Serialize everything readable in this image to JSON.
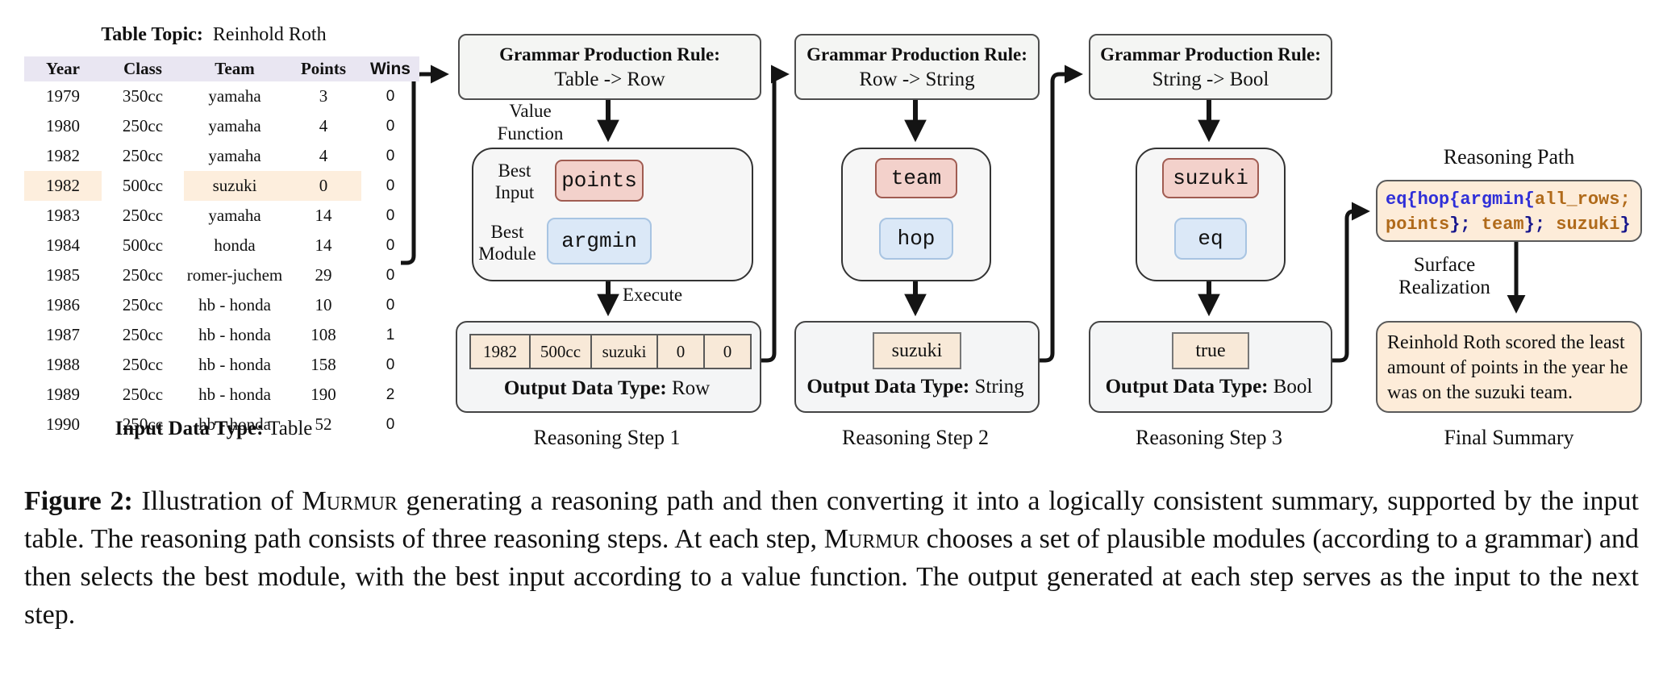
{
  "figure": {
    "table": {
      "topic_label": "Table Topic:",
      "topic": "Reinhold Roth",
      "columns": [
        "Year",
        "Class",
        "Team",
        "Points",
        "Wins"
      ],
      "rows": [
        [
          "1979",
          "350cc",
          "yamaha",
          "3",
          "0"
        ],
        [
          "1980",
          "250cc",
          "yamaha",
          "4",
          "0"
        ],
        [
          "1982",
          "250cc",
          "yamaha",
          "4",
          "0"
        ],
        [
          "1982",
          "500cc",
          "suzuki",
          "0",
          "0"
        ],
        [
          "1983",
          "250cc",
          "yamaha",
          "14",
          "0"
        ],
        [
          "1984",
          "500cc",
          "honda",
          "14",
          "0"
        ],
        [
          "1985",
          "250cc",
          "romer-juchem",
          "29",
          "0"
        ],
        [
          "1986",
          "250cc",
          "hb - honda",
          "10",
          "0"
        ],
        [
          "1987",
          "250cc",
          "hb - honda",
          "108",
          "1"
        ],
        [
          "1988",
          "250cc",
          "hb - honda",
          "158",
          "0"
        ],
        [
          "1989",
          "250cc",
          "hb - honda",
          "190",
          "2"
        ],
        [
          "1990",
          "250cc",
          "hb - honda",
          "52",
          "0"
        ]
      ],
      "highlighted_row_index": 3,
      "highlighted_columns": [
        0,
        2,
        3
      ],
      "footer_label": "Input Data Type:",
      "footer_value": "Table"
    },
    "steps": [
      {
        "label": "Reasoning Step 1",
        "rule_label": "Grammar Production Rule:",
        "rule": "Table -> Row",
        "value_function_label": "Value Function",
        "best_input_label": "Best Input",
        "best_module_label": "Best Module",
        "best_input": "points",
        "best_module": "argmin",
        "execute_label": "Execute",
        "output_cells": [
          "1982",
          "500cc",
          "suzuki",
          "0",
          "0"
        ],
        "output_type_label": "Output Data Type:",
        "output_type": "Row"
      },
      {
        "label": "Reasoning Step 2",
        "rule_label": "Grammar Production Rule:",
        "rule": "Row -> String",
        "best_input": "team",
        "best_module": "hop",
        "output_cells": [
          "suzuki"
        ],
        "output_type_label": "Output Data Type:",
        "output_type": "String"
      },
      {
        "label": "Reasoning Step 3",
        "rule_label": "Grammar Production Rule:",
        "rule": "String -> Bool",
        "best_input": "suzuki",
        "best_module": "eq",
        "output_cells": [
          "true"
        ],
        "output_type_label": "Output Data Type:",
        "output_type": "Bool"
      }
    ],
    "reasoning_path": {
      "title": "Reasoning Path",
      "code_lines": [
        [
          {
            "t": "eq{hop{argmin{",
            "c": "blue"
          },
          {
            "t": "all_rows;",
            "c": "orange"
          }
        ],
        [
          {
            "t": "points",
            "c": "orange"
          },
          {
            "t": "}; ",
            "c": "navy"
          },
          {
            "t": "team",
            "c": "orange"
          },
          {
            "t": "}; ",
            "c": "navy"
          },
          {
            "t": "suzuki",
            "c": "orange"
          },
          {
            "t": "}",
            "c": "navy"
          }
        ]
      ],
      "surface_label": "Surface Realization",
      "summary": "Reinhold Roth scored the least amount of points in the year he was on the suzuki team.",
      "summary_caption": "Final Summary"
    },
    "caption_segments": [
      {
        "t": "Figure 2:",
        "s": "bold"
      },
      {
        "t": " Illustration of ",
        "s": "n"
      },
      {
        "t": "Murmur",
        "s": "sc"
      },
      {
        "t": " generating a reasoning path and then converting it into a logically consistent summary, supported by the input table. The reasoning path consists of three reasoning steps. At each step, ",
        "s": "n"
      },
      {
        "t": "Murmur",
        "s": "sc"
      },
      {
        "t": " chooses a set of plausible modules (according to a grammar) and then selects the best module, with the best input according to a value function. The output generated at each step serves as the input to the next step.",
        "s": "n"
      }
    ],
    "colors": {
      "chip_pink_bg": "#f3d1cb",
      "chip_blue_bg": "#dbe8f7",
      "peach_box_bg": "#fdecd9",
      "table_header_bg": "#e9e6f2",
      "highlight_bg": "#fdeedd",
      "code_blue": "#2f2fd8",
      "code_orange": "#b06a1a"
    }
  }
}
